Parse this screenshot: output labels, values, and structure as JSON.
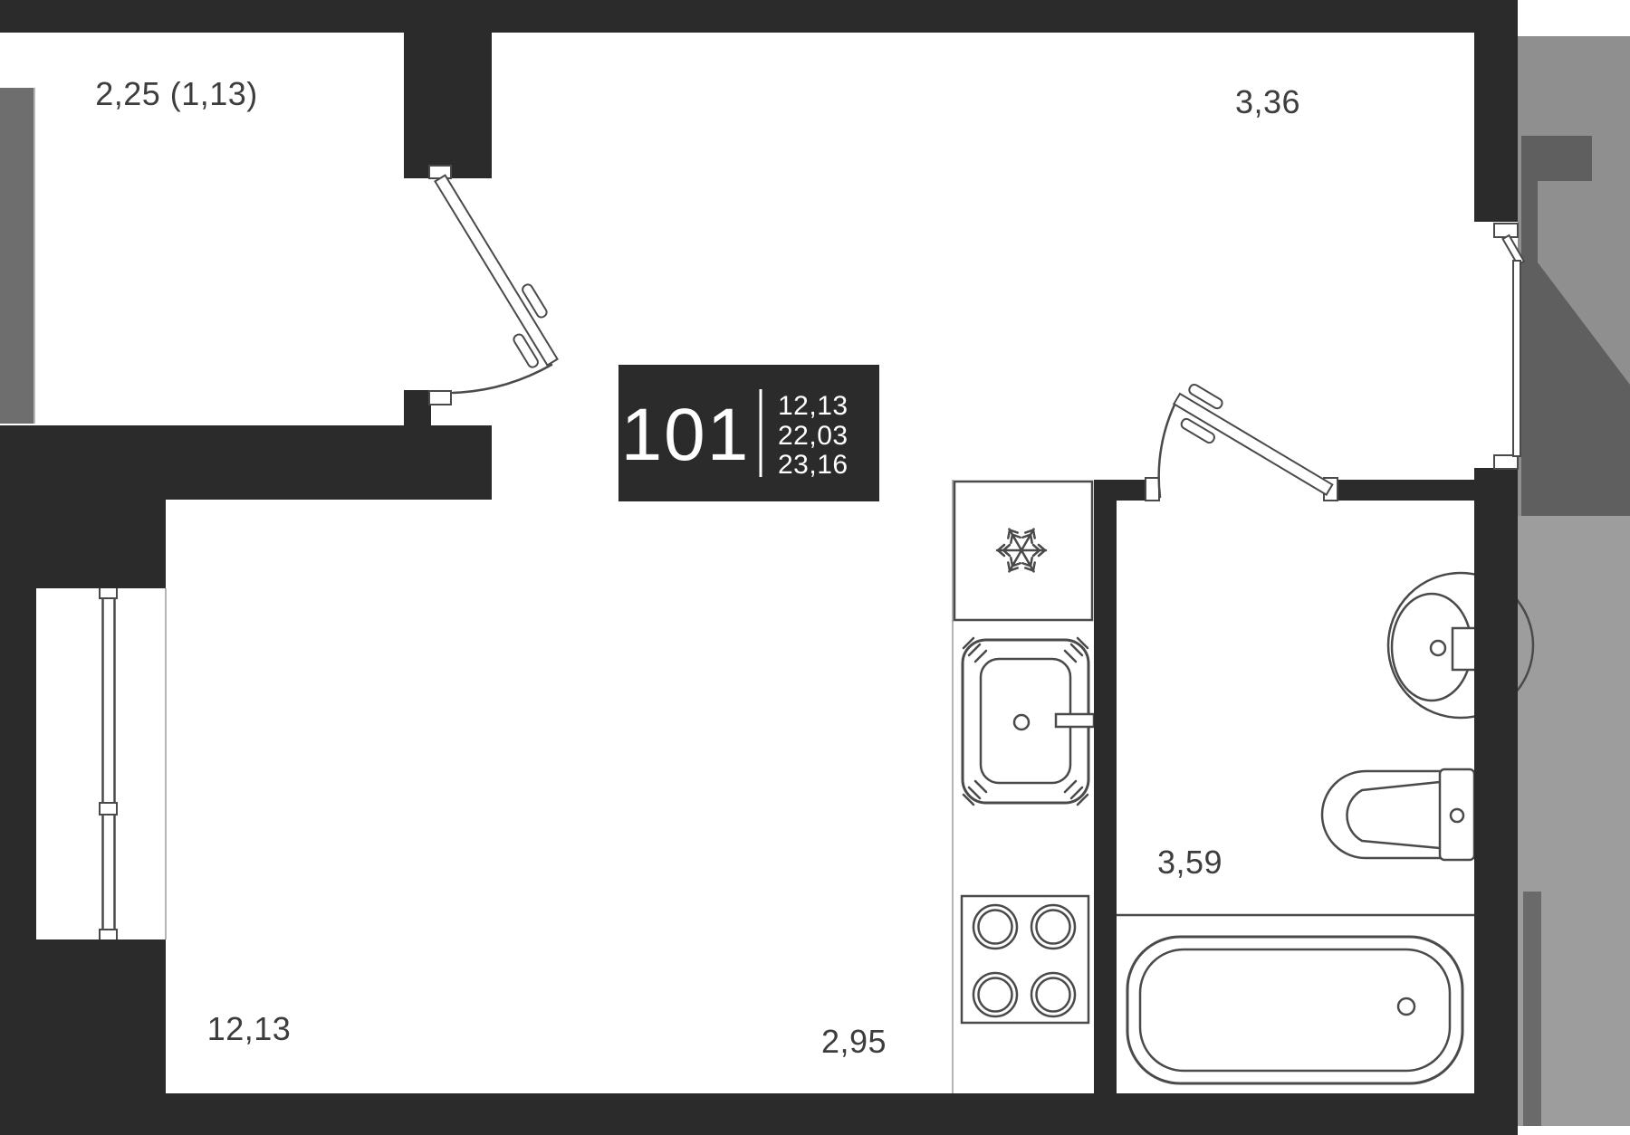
{
  "plan": {
    "unit_number": "101",
    "areas": {
      "living": "12,13",
      "apartment": "22,03",
      "total": "23,16"
    },
    "rooms": {
      "balcony": "2,25 (1,13)",
      "hall": "3,36",
      "bathroom": "3,59",
      "living_room": "12,13",
      "kitchen": "2,95"
    },
    "icons": {
      "fridge": "snowflake-icon"
    },
    "colors": {
      "wall": "#2b2b2b",
      "card_bg": "#2b2b2b",
      "line": "#4a4a4a",
      "text": "#3d3d3d",
      "outside_light_top": "#8f8f8f",
      "outside_dark": "#5f5f5f",
      "outside_light_bottom": "#9d9d9d",
      "outside_left": "#6e6e6e"
    }
  }
}
